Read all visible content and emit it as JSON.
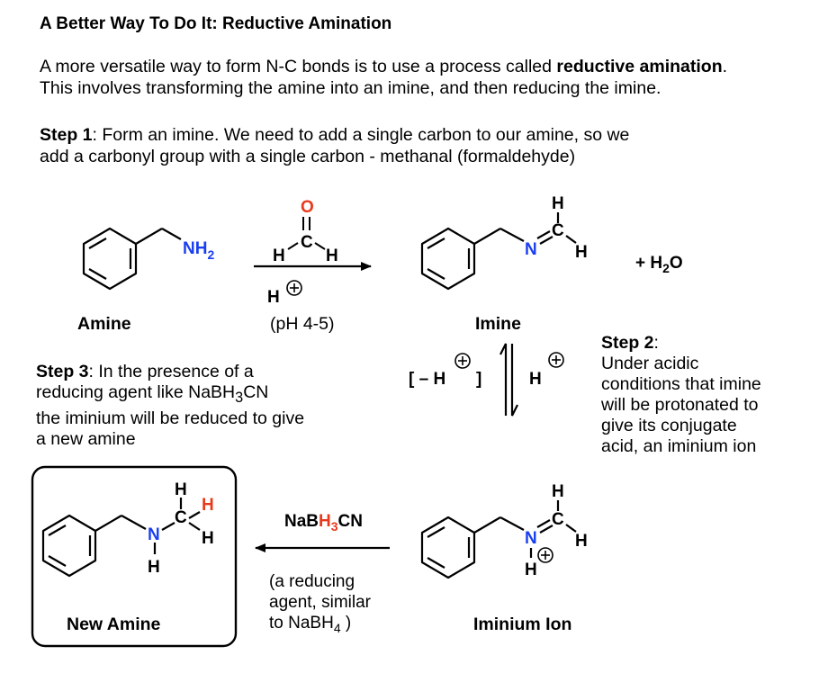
{
  "title": "A Better Way To Do It: Reductive Amination",
  "intro": {
    "line1_pre": "A more versatile way to form N-C bonds is to use a process called ",
    "line1_bold": "reductive amination",
    "line1_post": ".",
    "line2": "This involves transforming the amine into an imine, and then reducing the imine."
  },
  "step1": {
    "label": "Step 1",
    "line1": ": Form an imine. We need to add a single carbon to our amine, so we",
    "line2": "add a carbonyl group with a single carbon - methanal (formaldehyde)"
  },
  "step2": {
    "label": "Step 2",
    "colon": ":",
    "lines": [
      "Under acidic",
      "conditions that imine",
      "will be protonated to",
      "give its conjugate",
      "acid, an iminium ion"
    ]
  },
  "step3": {
    "label": "Step 3",
    "line1": ": In the presence of a",
    "line2_pre": "reducing agent like NaBH",
    "line2_sub": "3",
    "line2_post": "CN",
    "line3": "the iminium will be reduced to give",
    "line4": "a new amine"
  },
  "labels": {
    "amine": "Amine",
    "imine": "Imine",
    "iminium": "Iminium Ion",
    "new_amine": "New Amine",
    "ph": "(pH 4-5)",
    "water_pre": "+ H",
    "water_sub": "2",
    "water_post": "O",
    "reagent_nabh_pre": "NaB",
    "reagent_nabh_red": "H",
    "reagent_nabh_sub": "3",
    "reagent_nabh_post": "CN",
    "reducing_line1": "(a reducing",
    "reducing_line2": "agent, similar",
    "reducing_line3_pre": "to NaBH",
    "reducing_line3_sub": "4",
    "reducing_line3_post": " )",
    "minus_h_open": "[ – H",
    "minus_h_close": "]"
  },
  "atoms": {
    "N": "N",
    "H": "H",
    "C": "C",
    "O": "O",
    "NH2_main": "NH",
    "NH2_sub": "2",
    "plus": "+"
  },
  "colors": {
    "nitrogen": "#1a3ff0",
    "oxygen": "#e8391b",
    "highlight": "#e8391b",
    "ink": "#000000"
  }
}
